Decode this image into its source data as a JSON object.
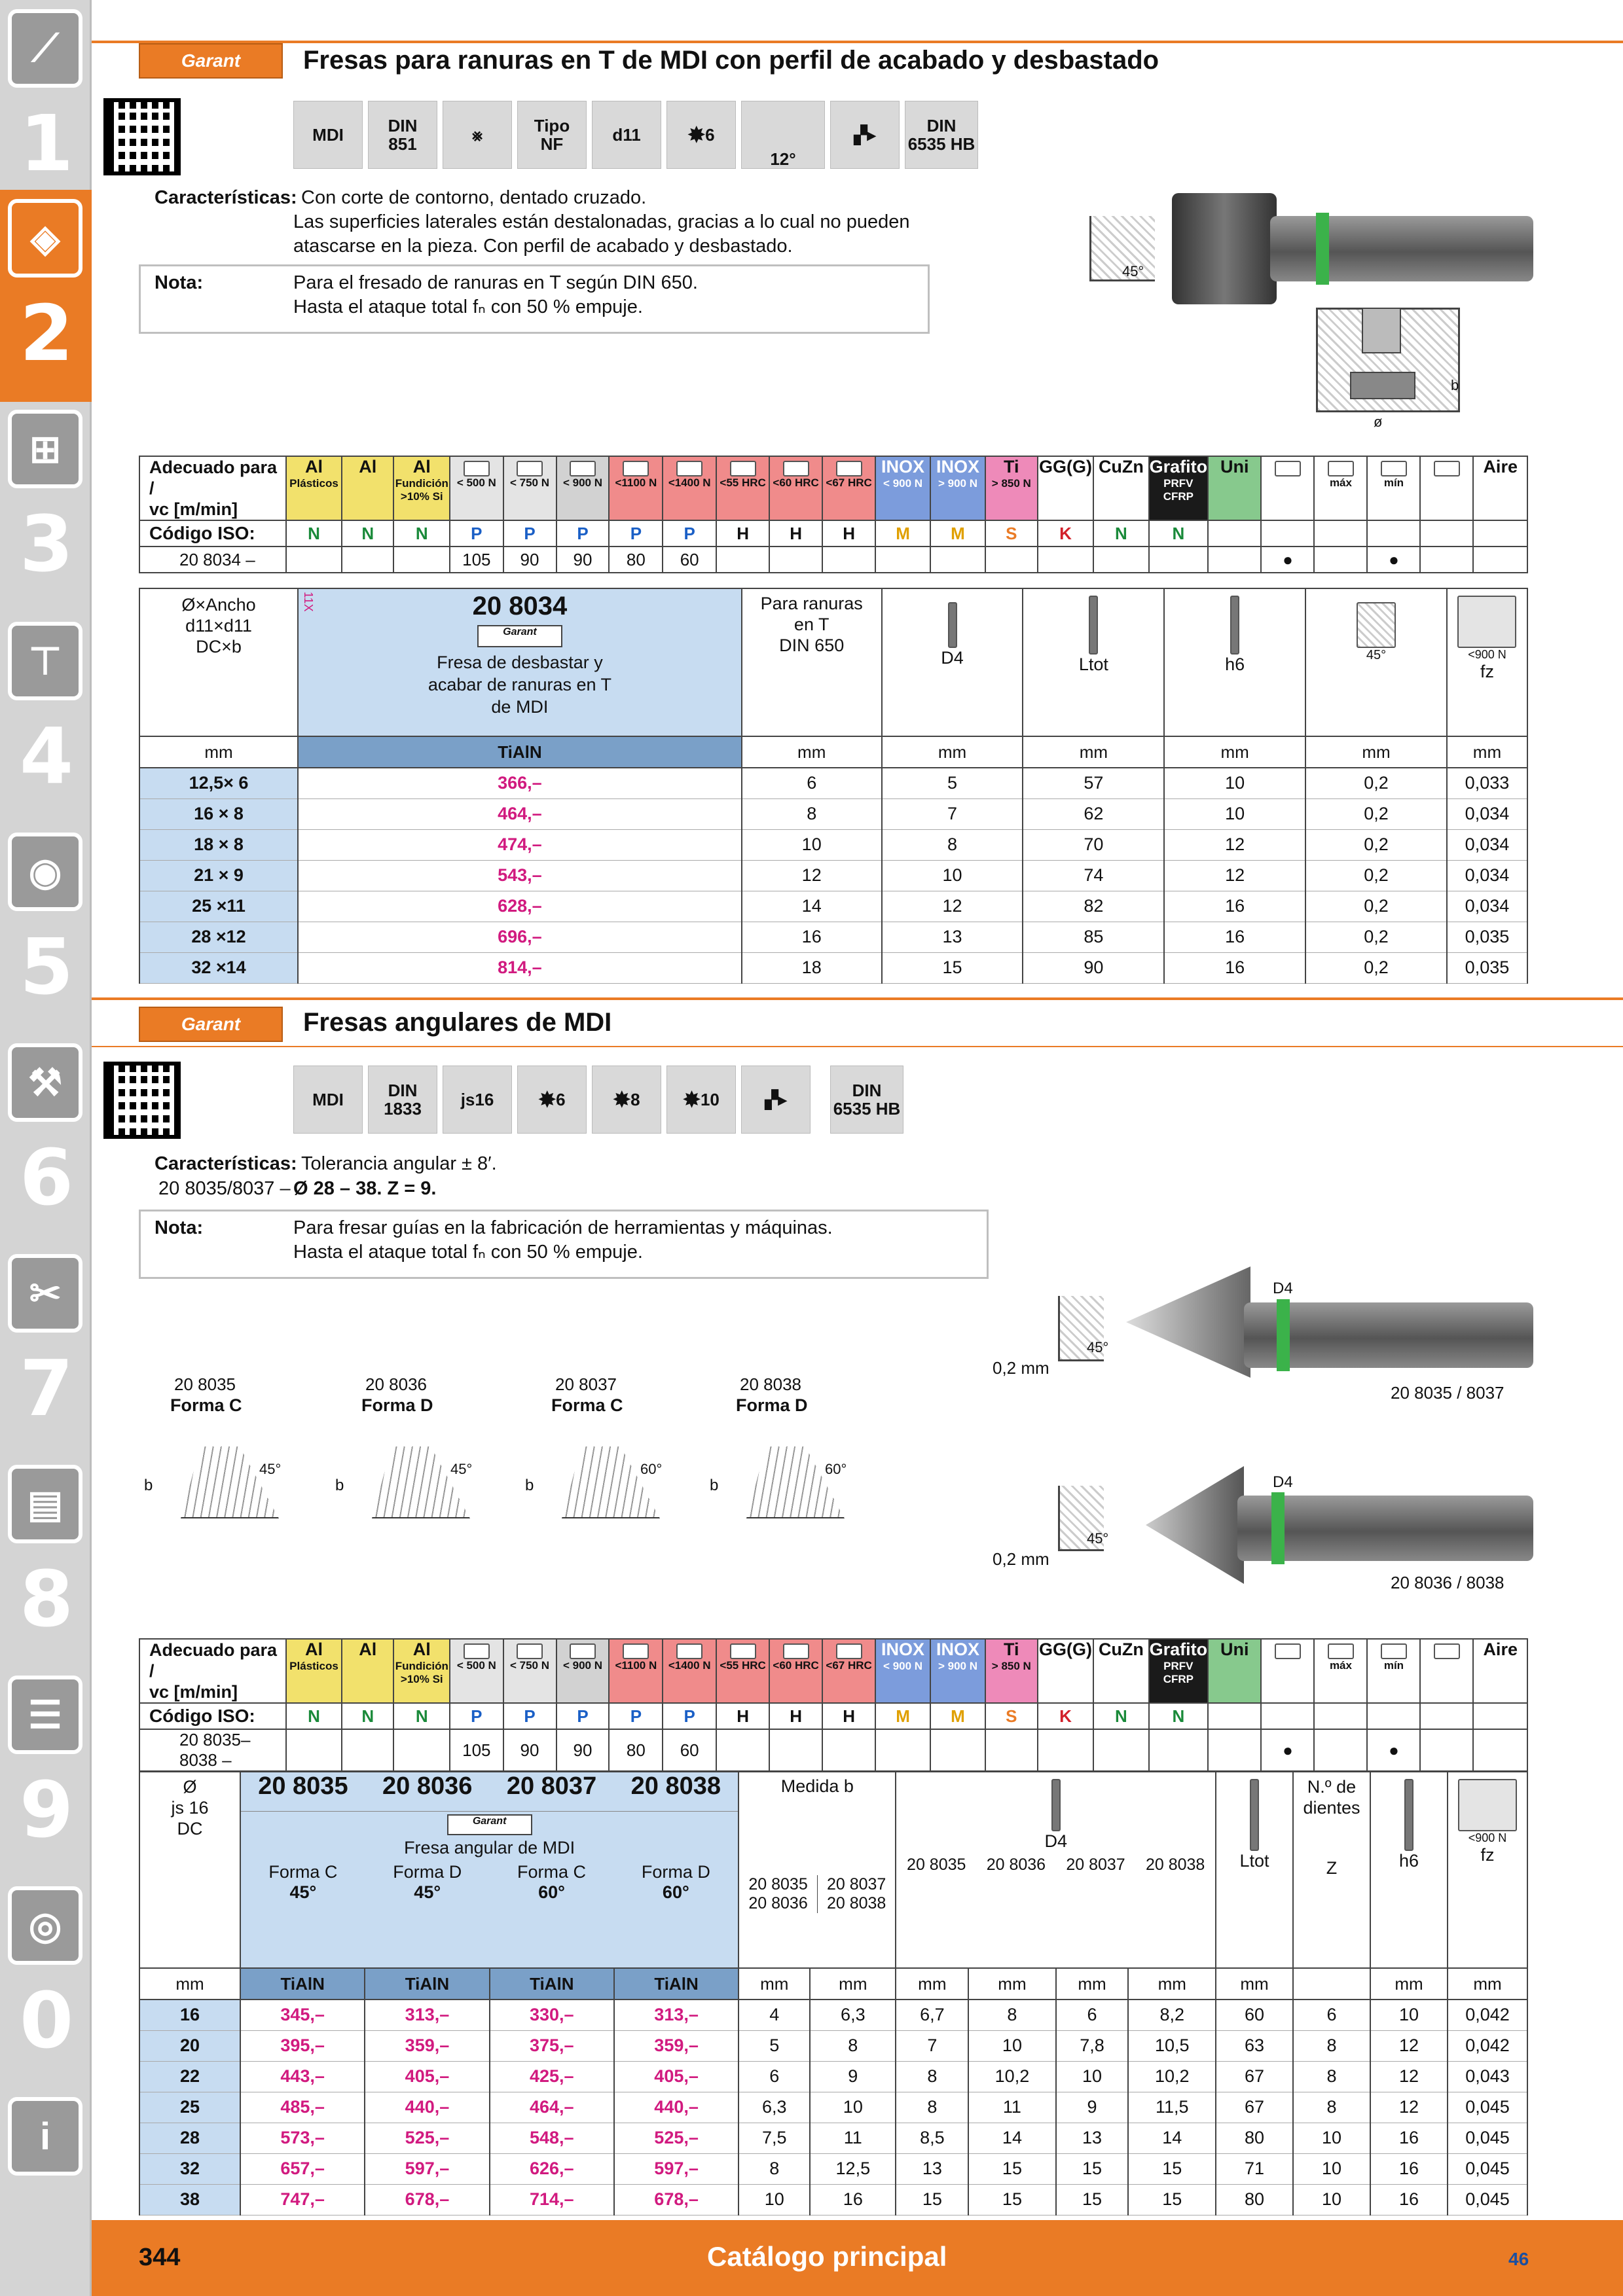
{
  "sidebar": {
    "numbers": [
      "1",
      "2",
      "3",
      "4",
      "5",
      "6",
      "7",
      "8",
      "9",
      "0",
      "i"
    ]
  },
  "section1": {
    "logo": "Garant",
    "title": "Fresas para ranuras en T de MDI con perfil de acabado y desbastado",
    "badges": {
      "mdi": "MDI",
      "din": "DIN",
      "din_num": "851",
      "tipo": "Tipo",
      "tipo_val": "NF",
      "tol": "d11",
      "teeth": "6",
      "angle": "12°",
      "din_hb": "DIN",
      "hb": "6535 HB"
    },
    "char_label": "Características:",
    "char_lines": [
      "Con corte de contorno, dentado cruzado.",
      "Las superficies laterales están destalonadas, gracias a lo cual no pueden",
      "atascarse en la pieza. Con perfil de acabado y desbastado."
    ],
    "note_label": "Nota:",
    "note_lines": [
      "Para el fresado de ranuras en T según DIN 650.",
      "Hasta el ataque total fₙ con 50 % empuje."
    ],
    "img_angle": "45°",
    "dim_b": "b",
    "dim_d": "ø"
  },
  "material": {
    "adequate": "Adecuado para /",
    "vc": "vc [m/min]",
    "iso": "Código ISO:",
    "cols": [
      {
        "t": "Al",
        "s": "Plásticos"
      },
      {
        "t": "Al",
        "s": ""
      },
      {
        "t": "Al",
        "s": "Fundición >10% Si"
      },
      {
        "t": "",
        "s": "< 500 N"
      },
      {
        "t": "",
        "s": "< 750 N"
      },
      {
        "t": "",
        "s": "< 900 N"
      },
      {
        "t": "",
        "s": "<1100 N"
      },
      {
        "t": "",
        "s": "<1400 N"
      },
      {
        "t": "",
        "s": "<55 HRC"
      },
      {
        "t": "",
        "s": "<60 HRC"
      },
      {
        "t": "",
        "s": "<67 HRC"
      },
      {
        "t": "INOX",
        "s": "< 900 N"
      },
      {
        "t": "INOX",
        "s": "> 900 N"
      },
      {
        "t": "Ti",
        "s": "> 850 N"
      },
      {
        "t": "GG(G)",
        "s": ""
      },
      {
        "t": "CuZn",
        "s": ""
      },
      {
        "t": "Grafito",
        "s": "PRFV CFRP"
      },
      {
        "t": "Uni",
        "s": ""
      },
      {
        "t": "",
        "s": ""
      },
      {
        "t": "",
        "s": "máx"
      },
      {
        "t": "",
        "s": "mín"
      },
      {
        "t": "",
        "s": ""
      },
      {
        "t": "Aire",
        "s": ""
      }
    ],
    "iso_codes": [
      "N",
      "N",
      "N",
      "P",
      "P",
      "P",
      "P",
      "P",
      "H",
      "H",
      "H",
      "M",
      "M",
      "S",
      "K",
      "N",
      "N"
    ],
    "vc_values": [
      "",
      "",
      "",
      "105",
      "90",
      "90",
      "80",
      "60",
      "",
      "",
      "",
      "",
      "",
      "",
      "",
      "",
      "",
      "",
      "●",
      "",
      "●",
      "",
      ""
    ]
  },
  "table1": {
    "code_row": "20 8034 –",
    "h_dims": [
      "Ø×Ancho",
      "d11×d11",
      "DC×b"
    ],
    "catno": "20 8034",
    "tiled": "11X",
    "desc": [
      "Fresa de desbastar y",
      "acabar de ranuras en T",
      "de MDI"
    ],
    "coating": "TiAlN",
    "col_slot": [
      "Para ranuras",
      "en T",
      "DIN 650"
    ],
    "col_d4": "D4",
    "col_ltot": "Ltot",
    "col_h6": "h6",
    "col_45": "45°",
    "col_fz_top": "<900 N",
    "col_fz": "fz",
    "units": [
      "mm",
      "mm",
      "mm",
      "mm",
      "mm",
      "mm",
      "mm"
    ],
    "rows": [
      [
        "12,5× 6",
        "366,–",
        "6",
        "5",
        "57",
        "10",
        "0,2",
        "0,033"
      ],
      [
        "16 × 8",
        "464,–",
        "8",
        "7",
        "62",
        "10",
        "0,2",
        "0,034"
      ],
      [
        "18 × 8",
        "474,–",
        "10",
        "8",
        "70",
        "12",
        "0,2",
        "0,034"
      ],
      [
        "21 × 9",
        "543,–",
        "12",
        "10",
        "74",
        "12",
        "0,2",
        "0,034"
      ],
      [
        "25 ×11",
        "628,–",
        "14",
        "12",
        "82",
        "16",
        "0,2",
        "0,034"
      ],
      [
        "28 ×12",
        "696,–",
        "16",
        "13",
        "85",
        "16",
        "0,2",
        "0,035"
      ],
      [
        "32 ×14",
        "814,–",
        "18",
        "15",
        "90",
        "16",
        "0,2",
        "0,035"
      ]
    ]
  },
  "section2": {
    "logo": "Garant",
    "title": "Fresas angulares de MDI",
    "badges": {
      "mdi": "MDI",
      "din": "DIN",
      "din_num": "1833",
      "tol": "js16",
      "t6": "6",
      "t8": "8",
      "t10": "10",
      "din_hb": "DIN",
      "hb": "6535 HB"
    },
    "char_label": "Características:",
    "char_text": "Tolerancia angular ± 8′.",
    "spec_code": "20 8035/8037 –",
    "spec_val": "Ø 28 – 38. Z = 9.",
    "note_label": "Nota:",
    "note_lines": [
      "Para fresar guías en la fabricación de herramientas y máquinas.",
      "Hasta el ataque total fₙ con 50 % empuje."
    ],
    "forms": [
      {
        "code": "20 8035",
        "form": "Forma C",
        "angle": "45°"
      },
      {
        "code": "20 8036",
        "form": "Forma D",
        "angle": "45°"
      },
      {
        "code": "20 8037",
        "form": "Forma C",
        "angle": "60°"
      },
      {
        "code": "20 8038",
        "form": "Forma D",
        "angle": "60°"
      }
    ],
    "img1": {
      "d4": "D4",
      "offset": "0,2 mm",
      "angle": "45°",
      "caption": "20 8035 / 8037"
    },
    "img2": {
      "d4": "D4",
      "offset": "0,2 mm",
      "angle": "45°",
      "caption": "20 8036 / 8038"
    }
  },
  "table2": {
    "code_row": "20 8035–8038 –",
    "h_dims": [
      "Ø",
      "js 16",
      "DC"
    ],
    "catnos": [
      "20 8035",
      "20 8036",
      "20 8037",
      "20 8038"
    ],
    "group_label": "Fresa angular de MDI",
    "forms": [
      [
        "Forma C",
        "45°"
      ],
      [
        "Forma D",
        "45°"
      ],
      [
        "Forma C",
        "60°"
      ],
      [
        "Forma D",
        "60°"
      ]
    ],
    "coating": "TiAlN",
    "medida": "Medida b",
    "medida_sub": [
      [
        "20 8035",
        "20 8036"
      ],
      [
        "20 8037",
        "20 8038"
      ]
    ],
    "d4_label": "D4",
    "d4_sub": [
      "20 8035",
      "20 8036",
      "20 8037",
      "20 8038"
    ],
    "ltot": "Ltot",
    "z_top": [
      "N.º de",
      "dientes"
    ],
    "z": "Z",
    "h6": "h6",
    "fz_top": "<900 N",
    "fz": "fz",
    "mm": "mm",
    "rows": [
      [
        "16",
        "345,–",
        "313,–",
        "330,–",
        "313,–",
        "4",
        "6,3",
        "6,7",
        "8",
        "6",
        "8,2",
        "60",
        "6",
        "10",
        "0,042"
      ],
      [
        "20",
        "395,–",
        "359,–",
        "375,–",
        "359,–",
        "5",
        "8",
        "7",
        "10",
        "7,8",
        "10,5",
        "63",
        "8",
        "12",
        "0,042"
      ],
      [
        "22",
        "443,–",
        "405,–",
        "425,–",
        "405,–",
        "6",
        "9",
        "8",
        "10,2",
        "10",
        "10,2",
        "67",
        "8",
        "12",
        "0,043"
      ],
      [
        "25",
        "485,–",
        "440,–",
        "464,–",
        "440,–",
        "6,3",
        "10",
        "8",
        "11",
        "9",
        "11,5",
        "67",
        "8",
        "12",
        "0,045"
      ],
      [
        "28",
        "573,–",
        "525,–",
        "548,–",
        "525,–",
        "7,5",
        "11",
        "8,5",
        "14",
        "13",
        "14",
        "80",
        "10",
        "16",
        "0,045"
      ],
      [
        "32",
        "657,–",
        "597,–",
        "626,–",
        "597,–",
        "8",
        "12,5",
        "13",
        "15",
        "15",
        "15",
        "71",
        "10",
        "16",
        "0,045"
      ],
      [
        "38",
        "747,–",
        "678,–",
        "714,–",
        "678,–",
        "10",
        "16",
        "15",
        "15",
        "15",
        "15",
        "80",
        "10",
        "16",
        "0,045"
      ]
    ]
  },
  "footer": {
    "page": "344",
    "title": "Catálogo principal",
    "num": "46"
  }
}
